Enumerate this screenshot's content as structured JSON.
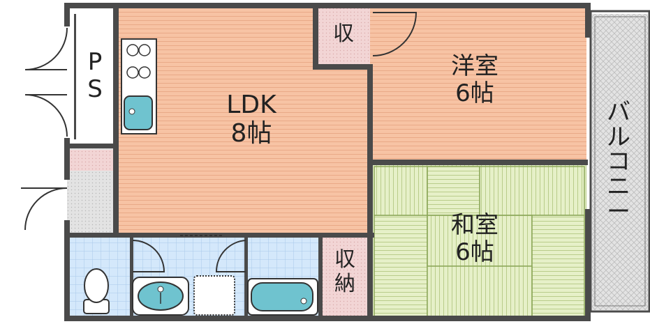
{
  "rooms": {
    "ps": {
      "line1": "P",
      "line2": "S"
    },
    "ldk": {
      "name": "LDK",
      "size": "8帖"
    },
    "closet_top": {
      "label": "収"
    },
    "western": {
      "name": "洋室",
      "size": "6帖"
    },
    "japanese": {
      "name": "和室",
      "size": "6帖"
    },
    "storage": {
      "line1": "収",
      "line2": "納"
    },
    "balcony": {
      "chars": [
        "バ",
        "ル",
        "コ",
        "ニ",
        "ー"
      ]
    }
  },
  "colors": {
    "wall": "#4a4a4a",
    "floor_wood": "#f7c3a4",
    "floor_wood_line": "#e9a987",
    "tatami": "#e6f0c8",
    "tatami_line": "#b9cc8a",
    "tile_blue": "#d4e8fb",
    "tile_line": "#a9c9ea",
    "pink_floor": "#f2d5d5",
    "fixture_fill": "#6fc3cf",
    "balcony_fill": "#e3e3e3"
  }
}
